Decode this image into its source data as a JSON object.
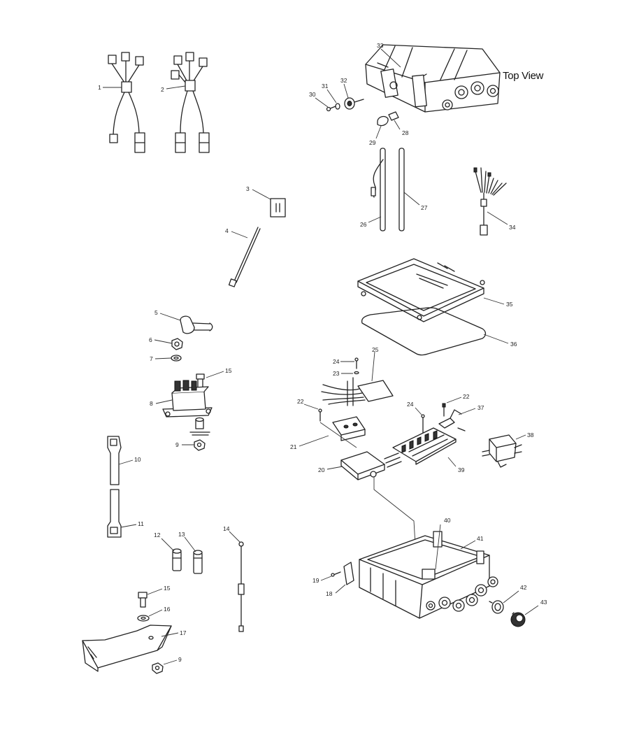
{
  "caption": "Top View",
  "callouts": {
    "c1": "1",
    "c2": "2",
    "c3": "3",
    "c4": "4",
    "c5": "5",
    "c6": "6",
    "c7": "7",
    "c8": "8",
    "c9a": "9",
    "c9b": "9",
    "c10": "10",
    "c11": "11",
    "c12": "12",
    "c13": "13",
    "c14": "14",
    "c15a": "15",
    "c15b": "15",
    "c16": "16",
    "c17": "17",
    "c18": "18",
    "c19": "19",
    "c20": "20",
    "c21": "21",
    "c22a": "22",
    "c22b": "22",
    "c23": "23",
    "c24a": "24",
    "c24b": "24",
    "c25": "25",
    "c26": "26",
    "c27": "27",
    "c28": "28",
    "c29": "29",
    "c30": "30",
    "c31": "31",
    "c32": "32",
    "c33": "33",
    "c34": "34",
    "c35": "35",
    "c36": "36",
    "c37": "37",
    "c38": "38",
    "c39": "39",
    "c40": "40",
    "c41": "41",
    "c42": "42",
    "c43": "43"
  }
}
